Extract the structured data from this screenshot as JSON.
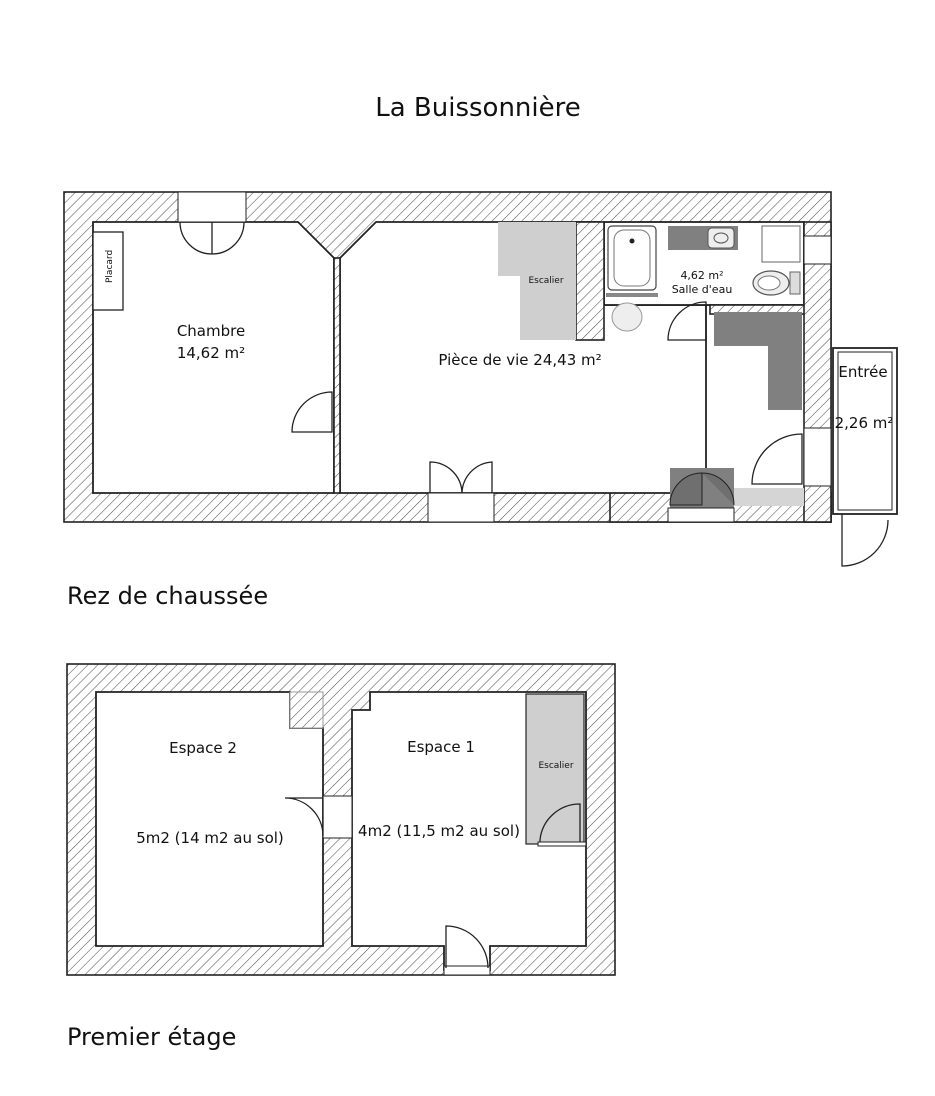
{
  "title": "La Buissonnière",
  "ground_floor": {
    "caption": "Rez de chaussée",
    "rooms": {
      "placard": "Placard",
      "chambre_name": "Chambre",
      "chambre_area": "14,62 m²",
      "piece_de_vie": "Pièce de vie  24,43 m²",
      "escalier": "Escalier",
      "salle_area": "4,62 m²",
      "salle_name": "Salle d'eau",
      "entree_name": "Entrée",
      "entree_area": "2,26 m²"
    }
  },
  "first_floor": {
    "caption": "Premier étage",
    "rooms": {
      "espace2_name": "Espace 2",
      "espace2_area": "5m2  (14  m2 au sol)",
      "espace1_name": "Espace 1",
      "espace1_area": "4m2  (11,5  m2 au sol)",
      "escalier": "Escalier"
    }
  },
  "colors": {
    "wall_hatch": "#555555",
    "stair_fill": "#d0d0d0",
    "kitchen_fill": "#7a7a7a",
    "bathroom_fixture": "#dddddd"
  }
}
